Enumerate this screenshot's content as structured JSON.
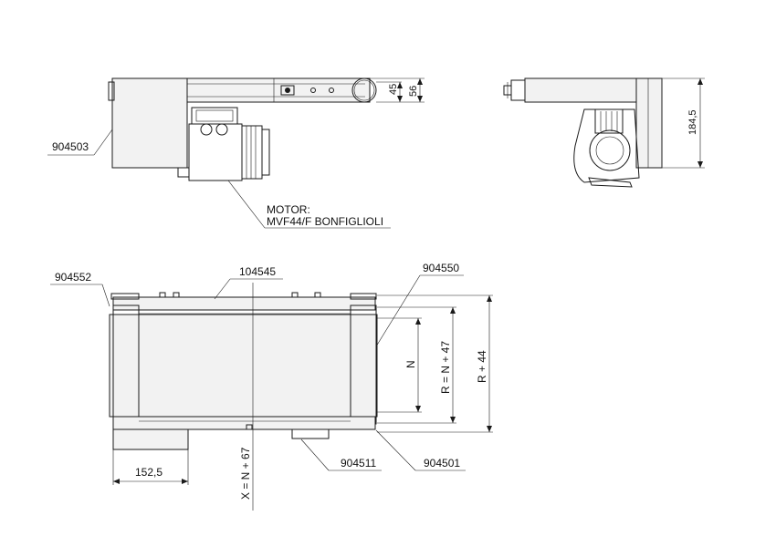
{
  "top_view": {
    "part_label": "904503",
    "dim_45": "45",
    "dim_56": "56",
    "motor_label_line1": "MOTOR:",
    "motor_label_line2": "MVF44/F BONFIGLIOLI"
  },
  "side_view": {
    "dim_height": "184,5"
  },
  "plan_view": {
    "label_904552": "904552",
    "label_104545": "104545",
    "label_904550": "904550",
    "label_904511": "904511",
    "label_904501": "904501",
    "dim_N": "N",
    "dim_R": "R = N + 47",
    "dim_R44": "R + 44",
    "dim_152": "152,5",
    "dim_X": "X = N + 67"
  }
}
